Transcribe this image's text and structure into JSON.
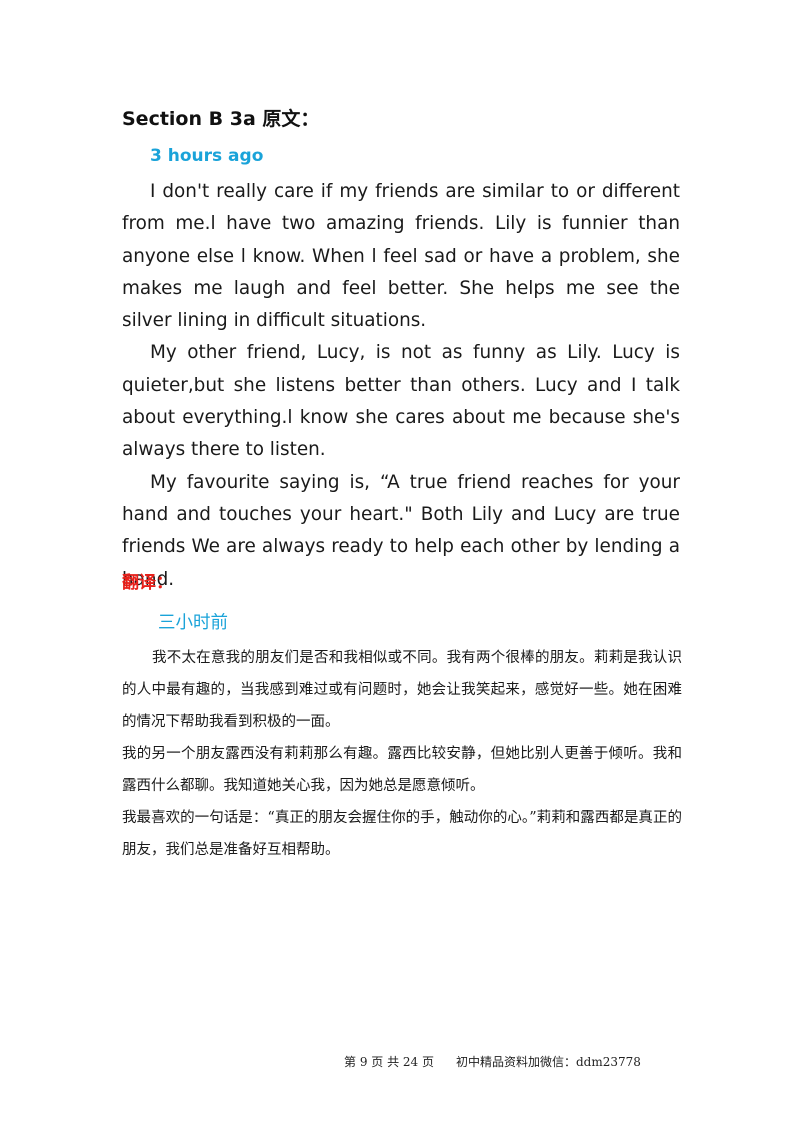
{
  "header": {
    "section_title": "Section B 3a  原文：",
    "time_label": "3 hours ago"
  },
  "english": {
    "paragraphs": [
      "I don't really care if my friends are similar to or different from me.l have two amazing friends. Lily is funnier than anyone else l know. When l feel sad or have a problem, she makes me laugh and feel better. She helps me see the silver lining in difficult situations.",
      "My other friend, Lucy, is not as funny as Lily. Lucy is quieter,but she listens better than others. Lucy and I talk about everything.l know she cares about me because she's always there to listen.",
      "My favourite saying is, “A true friend reaches for your hand and touches your heart.\" Both Lily and Lucy are true friends We are always ready to help each other by lending a hand."
    ]
  },
  "translation": {
    "label": "翻译：",
    "time_label": "三小时前",
    "paragraphs": [
      "我不太在意我的朋友们是否和我相似或不同。我有两个很棒的朋友。莉莉是我认识的人中最有趣的，当我感到难过或有问题时，她会让我笑起来，感觉好一些。她在困难的情况下帮助我看到积极的一面。",
      "我的另一个朋友露西没有莉莉那么有趣。露西比较安静，但她比别人更善于倾听。我和露西什么都聊。我知道她关心我，因为她总是愿意倾听。",
      "我最喜欢的一句话是：“真正的朋友会握住你的手，触动你的心。”莉莉和露西都是真正的朋友，我们总是准备好互相帮助。"
    ]
  },
  "footer": {
    "page_info": "第 9 页 共 24 页",
    "wechat_note": "初中精品资料加微信：ddm23778"
  }
}
